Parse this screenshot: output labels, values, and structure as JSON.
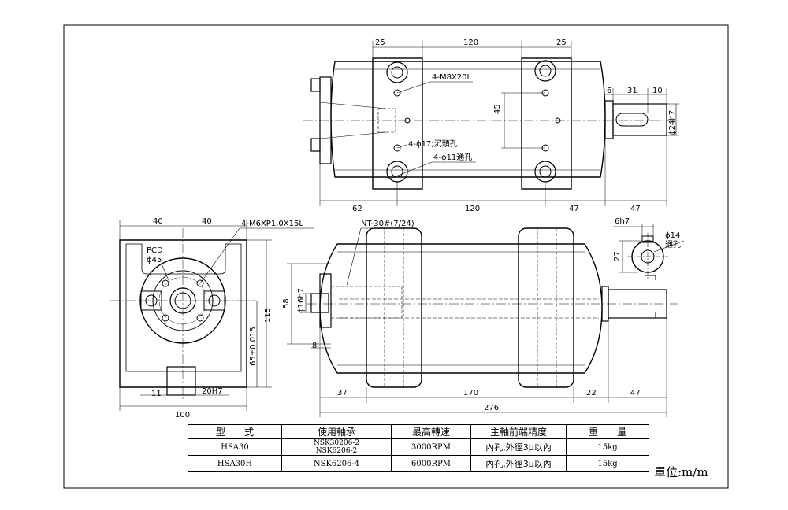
{
  "top_view": {
    "dims_top": [
      "25",
      "120",
      "25"
    ],
    "dims_bottom": [
      "62",
      "120",
      "47",
      "47"
    ],
    "dims_right": [
      "6",
      "31",
      "10"
    ],
    "dim_vertical": "45",
    "shaft_dia": "ϕ24h7",
    "callouts": [
      "4-M8X20L",
      "4-ϕ17;沉頭孔",
      "4-ϕ11通孔"
    ]
  },
  "end_view": {
    "dims_top": [
      "40",
      "40"
    ],
    "callout": "4-M6XP1.0X15L",
    "pcd_label": "PCD",
    "pcd_value": "ϕ45",
    "dim_height_total": "115",
    "dim_height_center": "65±0.015",
    "dim_key": "11",
    "dim_slot": "20H7",
    "dim_width": "100"
  },
  "side_view": {
    "callout_nt": "NT-30#(7/24)",
    "dim_58": "58",
    "dim_bore": "ϕ16h7",
    "dim_8": "8",
    "dims_bottom": [
      "37",
      "170",
      "22",
      "47"
    ],
    "dim_total": "276"
  },
  "shaft_section": {
    "key_width": "6h7",
    "dim_27": "27",
    "hole": "ϕ14",
    "hole_note": "通孔"
  },
  "spec_table": {
    "headers": [
      "型　　式",
      "使用軸承",
      "最高轉速",
      "主軸前端精度",
      "重　　量"
    ],
    "rows": [
      {
        "model": "HSA30",
        "bearing": "NSK30206-2",
        "bearing2": "NSK6206-2",
        "rpm": "3000RPM",
        "precision": "內孔,外徑3μ以內",
        "weight": "15kg"
      },
      {
        "model": "HSA30H",
        "bearing": "NSK6206-4",
        "bearing2": "",
        "rpm": "6000RPM",
        "precision": "內孔,外徑3μ以內",
        "weight": "15kg"
      }
    ]
  },
  "unit_note": "單位:m/m"
}
